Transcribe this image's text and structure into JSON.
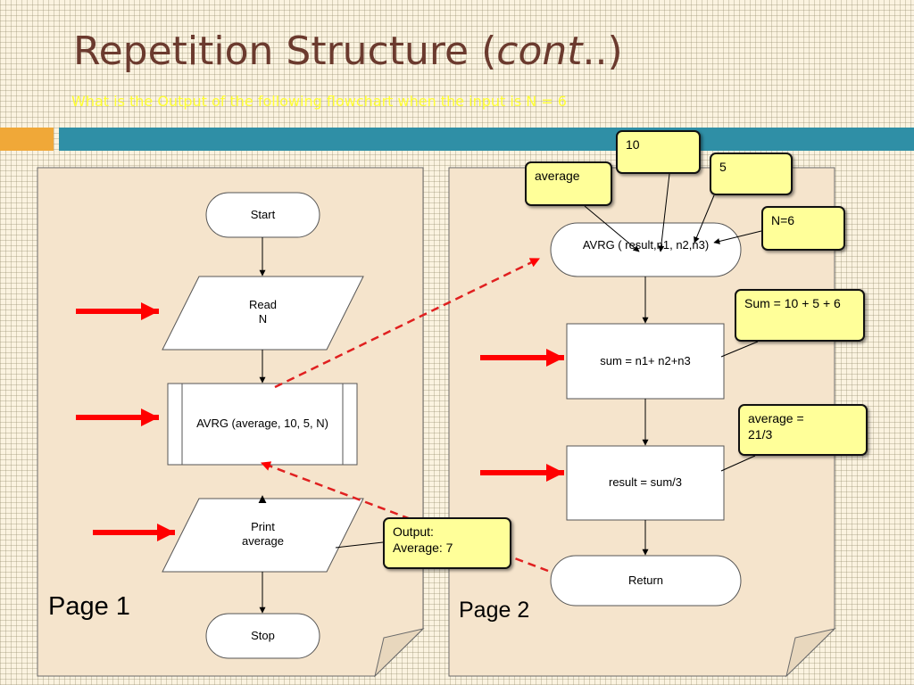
{
  "slide": {
    "title_main": "Repetition Structure (",
    "title_italic": "cont",
    "title_end": "..)",
    "subtitle": "What is the Output of the following flowchart when the input is  N = 6"
  },
  "page1": {
    "label": "Page 1",
    "start": "Start",
    "read": "Read\nN",
    "call": "AVRG (average, 10, 5, N)",
    "print": "Print\naverage",
    "stop": "Stop"
  },
  "page2": {
    "label": "Page 2",
    "header": "AVRG ( result,n1, n2,n3)",
    "sum": "sum =  n1+ n2+n3",
    "result": "result = sum/3",
    "return": "Return"
  },
  "callouts": {
    "ten": "10",
    "average": "average",
    "five": "5",
    "n6": "N=6",
    "sum_calc": "Sum = 10 + 5 + 6",
    "avg_calc": "average =\n21/3",
    "output": "Output:\nAverage: 7"
  },
  "colors": {
    "title": "#6b3a2e",
    "subtitle": "#ffff33",
    "callout_fill": "#ffff99",
    "pointer_arrow": "#ff0000",
    "band_orange": "#f0a838",
    "band_teal": "#2f8fa6",
    "page_fill": "#f5e4cc"
  }
}
